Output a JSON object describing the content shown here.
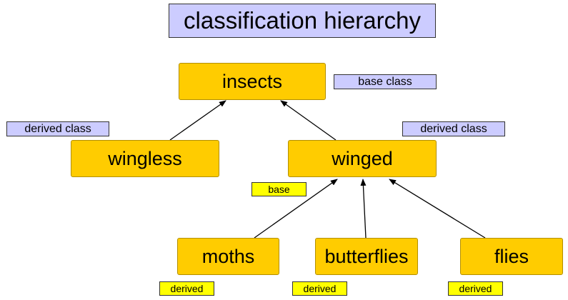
{
  "title": "classification hierarchy",
  "nodes": {
    "insects": "insects",
    "wingless": "wingless",
    "winged": "winged",
    "moths": "moths",
    "butterflies": "butterflies",
    "flies": "flies"
  },
  "labels": {
    "base_class": "base class",
    "derived_class_left": "derived class",
    "derived_class_right": "derived class",
    "base": "base",
    "derived_moths": "derived",
    "derived_butterflies": "derived",
    "derived_flies": "derived"
  },
  "colors": {
    "node_fill": "#ffcc00",
    "blue_tag": "#ccccff",
    "yellow_tag": "#ffff00"
  }
}
